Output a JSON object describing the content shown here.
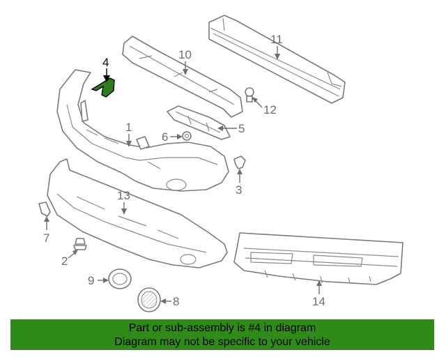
{
  "diagram": {
    "highlight_part": "4",
    "highlight_color": "#2f7d1e",
    "line_color": "#7a7a7a",
    "callouts": [
      "1",
      "2",
      "3",
      "4",
      "5",
      "6",
      "7",
      "8",
      "9",
      "10",
      "11",
      "12",
      "13",
      "14"
    ]
  },
  "banner": {
    "background": "#2f8a17",
    "line1": "Part or sub-assembly is #4 in diagram",
    "line2": "Diagram may not be specific to your vehicle"
  }
}
